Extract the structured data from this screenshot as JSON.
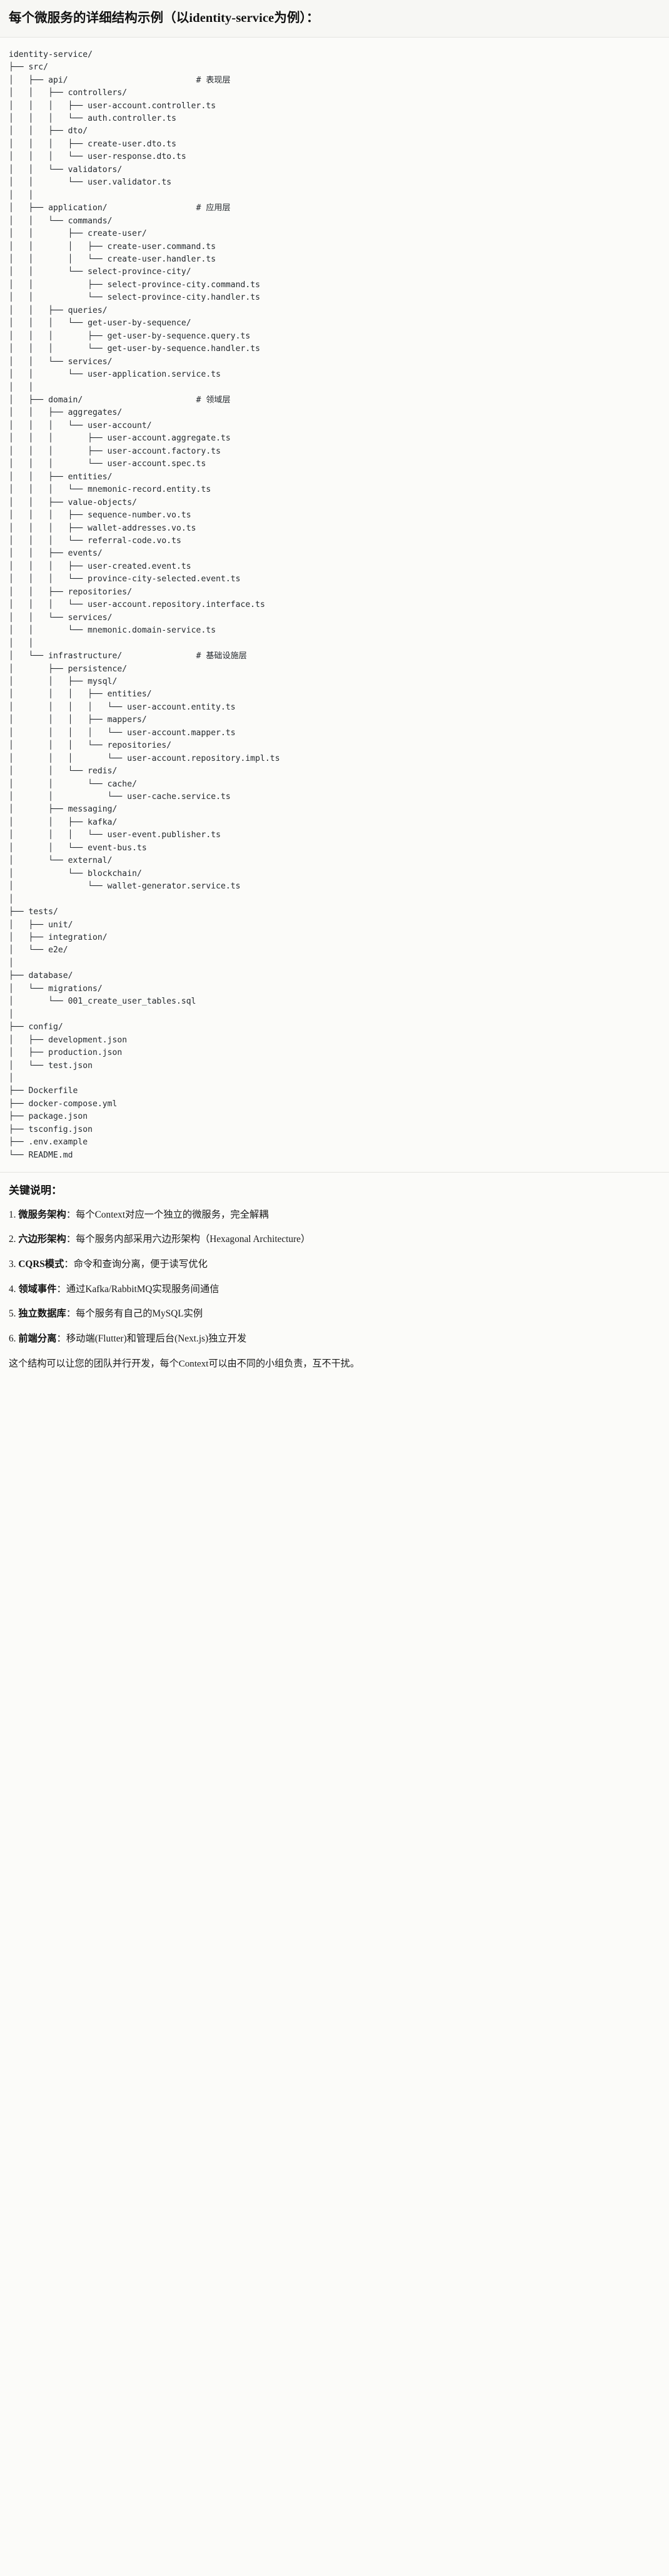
{
  "heading": {
    "text": "每个微服务的详细结构示例（以identity-service为例）："
  },
  "tree": {
    "root_label": "identity-service/",
    "lines": [
      "identity-service/",
      "├── src/",
      "│   ├── api/                          # 表现层",
      "│   │   ├── controllers/",
      "│   │   │   ├── user-account.controller.ts",
      "│   │   │   └── auth.controller.ts",
      "│   │   ├── dto/",
      "│   │   │   ├── create-user.dto.ts",
      "│   │   │   └── user-response.dto.ts",
      "│   │   └── validators/",
      "│   │       └── user.validator.ts",
      "│   │",
      "│   ├── application/                  # 应用层",
      "│   │   └── commands/",
      "│   │       ├── create-user/",
      "│   │       │   ├── create-user.command.ts",
      "│   │       │   └── create-user.handler.ts",
      "│   │       └── select-province-city/",
      "│   │           ├── select-province-city.command.ts",
      "│   │           └── select-province-city.handler.ts",
      "│   │   ├── queries/",
      "│   │   │   └── get-user-by-sequence/",
      "│   │   │       ├── get-user-by-sequence.query.ts",
      "│   │   │       └── get-user-by-sequence.handler.ts",
      "│   │   └── services/",
      "│   │       └── user-application.service.ts",
      "│   │",
      "│   ├── domain/                       # 领域层",
      "│   │   ├── aggregates/",
      "│   │   │   └── user-account/",
      "│   │   │       ├── user-account.aggregate.ts",
      "│   │   │       ├── user-account.factory.ts",
      "│   │   │       └── user-account.spec.ts",
      "│   │   ├── entities/",
      "│   │   │   └── mnemonic-record.entity.ts",
      "│   │   ├── value-objects/",
      "│   │   │   ├── sequence-number.vo.ts",
      "│   │   │   ├── wallet-addresses.vo.ts",
      "│   │   │   └── referral-code.vo.ts",
      "│   │   ├── events/",
      "│   │   │   ├── user-created.event.ts",
      "│   │   │   └── province-city-selected.event.ts",
      "│   │   ├── repositories/",
      "│   │   │   └── user-account.repository.interface.ts",
      "│   │   └── services/",
      "│   │       └── mnemonic.domain-service.ts",
      "│   │",
      "│   └── infrastructure/               # 基础设施层",
      "│       ├── persistence/",
      "│       │   ├── mysql/",
      "│       │   │   ├── entities/",
      "│       │   │   │   └── user-account.entity.ts",
      "│       │   │   ├── mappers/",
      "│       │   │   │   └── user-account.mapper.ts",
      "│       │   │   └── repositories/",
      "│       │   │       └── user-account.repository.impl.ts",
      "│       │   └── redis/",
      "│       │       └── cache/",
      "│       │           └── user-cache.service.ts",
      "│       ├── messaging/",
      "│       │   ├── kafka/",
      "│       │   │   └── user-event.publisher.ts",
      "│       │   └── event-bus.ts",
      "│       └── external/",
      "│           └── blockchain/",
      "│               └── wallet-generator.service.ts",
      "│",
      "├── tests/",
      "│   ├── unit/",
      "│   ├── integration/",
      "│   └── e2e/",
      "│",
      "├── database/",
      "│   └── migrations/",
      "│       └── 001_create_user_tables.sql",
      "│",
      "├── config/",
      "│   ├── development.json",
      "│   ├── production.json",
      "│   └── test.json",
      "│",
      "├── Dockerfile",
      "├── docker-compose.yml",
      "├── package.json",
      "├── tsconfig.json",
      "├── .env.example",
      "└── README.md"
    ],
    "layer_comments": [
      "# 表现层",
      "# 应用层",
      "# 领域层",
      "# 基础设施层"
    ]
  },
  "notes": {
    "title": "关键说明：",
    "items": [
      {
        "key": "微服务架构",
        "sep": "：",
        "text": "每个Context对应一个独立的微服务，完全解耦"
      },
      {
        "key": "六边形架构",
        "sep": "：",
        "text": "每个服务内部采用六边形架构（Hexagonal Architecture）"
      },
      {
        "key": "CQRS模式",
        "sep": "：",
        "text": "命令和查询分离，便于读写优化"
      },
      {
        "key": "领域事件",
        "sep": "：",
        "text": "通过Kafka/RabbitMQ实现服务间通信"
      },
      {
        "key": "独立数据库",
        "sep": "：",
        "text": "每个服务有自己的MySQL实例"
      },
      {
        "key": "前端分离",
        "sep": "：",
        "text": "移动端(Flutter)和管理后台(Next.js)独立开发"
      }
    ],
    "footer": "这个结构可以让您的团队并行开发，每个Context可以由不同的小组负责，互不干扰。"
  }
}
